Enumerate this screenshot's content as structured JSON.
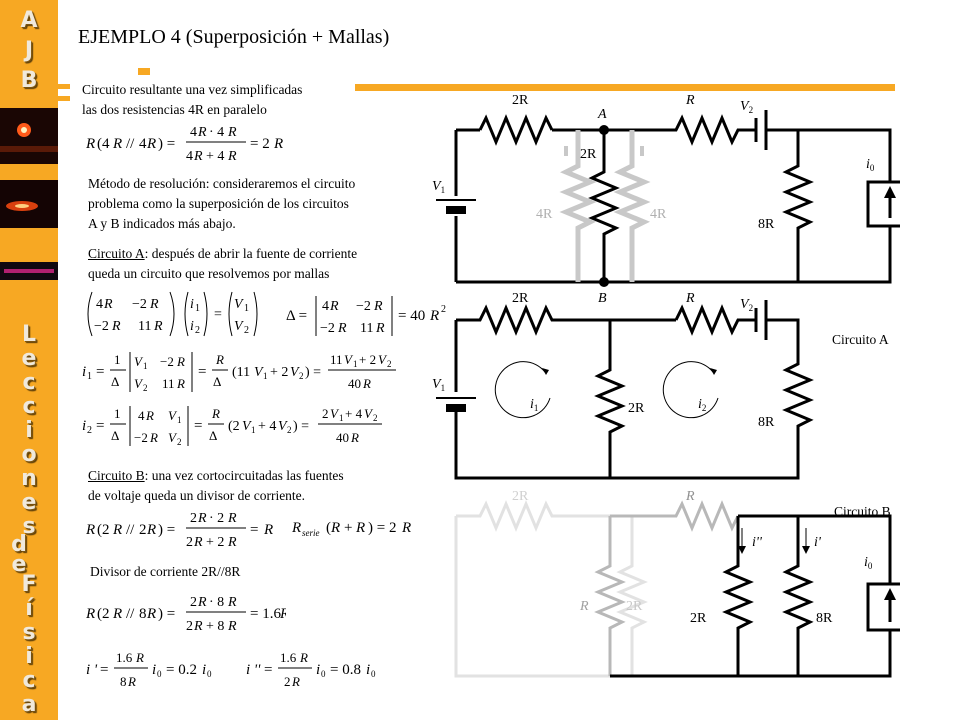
{
  "sidebar": {
    "top_letters": [
      "A",
      "J",
      "B"
    ],
    "bottom_letters": [
      "L",
      "e",
      "c",
      "c",
      "i",
      "o",
      "n",
      "e",
      "s",
      "d",
      "e",
      "F",
      "í",
      "s",
      "i",
      "c",
      "a"
    ]
  },
  "title": "EJEMPLO 4  (Superposición + Mallas)",
  "intro": {
    "line1": "Circuito resultante una vez simplificadas",
    "line2": "las dos resistencias 4R en paralelo"
  },
  "metodo": {
    "line1": "Método de resolución: consideraremos el circuito",
    "line2": "problema como la superposición de los circuitos",
    "line3": "A y B indicados más abajo."
  },
  "circuito_a_text": {
    "label": "Circuito A",
    "rest1": ": después de abrir la fuente de corriente",
    "line2": "queda un circuito que resolvemos por mallas"
  },
  "circuito_b_text": {
    "label": "Circuito B",
    "rest1": ": una vez cortocircuitadas las fuentes",
    "line2": "de voltaje queda un divisor de corriente."
  },
  "divisor_label": "Divisor de corriente 2R//8R",
  "captions": {
    "a": "Circuito A",
    "b": "Circuito B"
  },
  "labels": {
    "r2": "2R",
    "r": "R",
    "r4": "4R",
    "r8": "8R",
    "v1": "V",
    "v2": "V",
    "i0": "i",
    "node_a": "A",
    "node_b": "B",
    "i1": "i",
    "i2": "i",
    "ip": "i'",
    "ipp": "i''"
  },
  "equations": {
    "eq_par": "R(4R // 4R) = (4R·4R)/(4R+4R) = 2R",
    "eq_matrix": "(4R  −2R; −2R  11R)(i1; i2) = (V1; V2)",
    "eq_delta": "Δ = |4R −2R; −2R 11R| = 40R²",
    "eq_i1": "i1 = (1/Δ)|V1 −2R; V2 11R| = (R/Δ)(11V1 + 2V2) = (11V1 + 2V2)/(40R)",
    "eq_i2": "i2 = (1/Δ)|4R V1; −2R V2| = (R/Δ)(2V1 + 4V2) = (2V1 + 4V2)/(40R)",
    "eq_b1": "R(2R // 2R) = (2R·2R)/(2R+2R) = R",
    "eq_b2": "R_serie(R + R) = 2R",
    "eq_div": "R(2R // 8R) = (2R·8R)/(2R+8R) = 1.6R",
    "eq_ip": "i' = (1.6R/8R) i0 = 0.2 i0",
    "eq_ipp": "i'' = (1.6R/2R) i0 = 0.8 i0"
  },
  "colors": {
    "accent": "#f7a823",
    "ghost": "#c8c8c8"
  }
}
